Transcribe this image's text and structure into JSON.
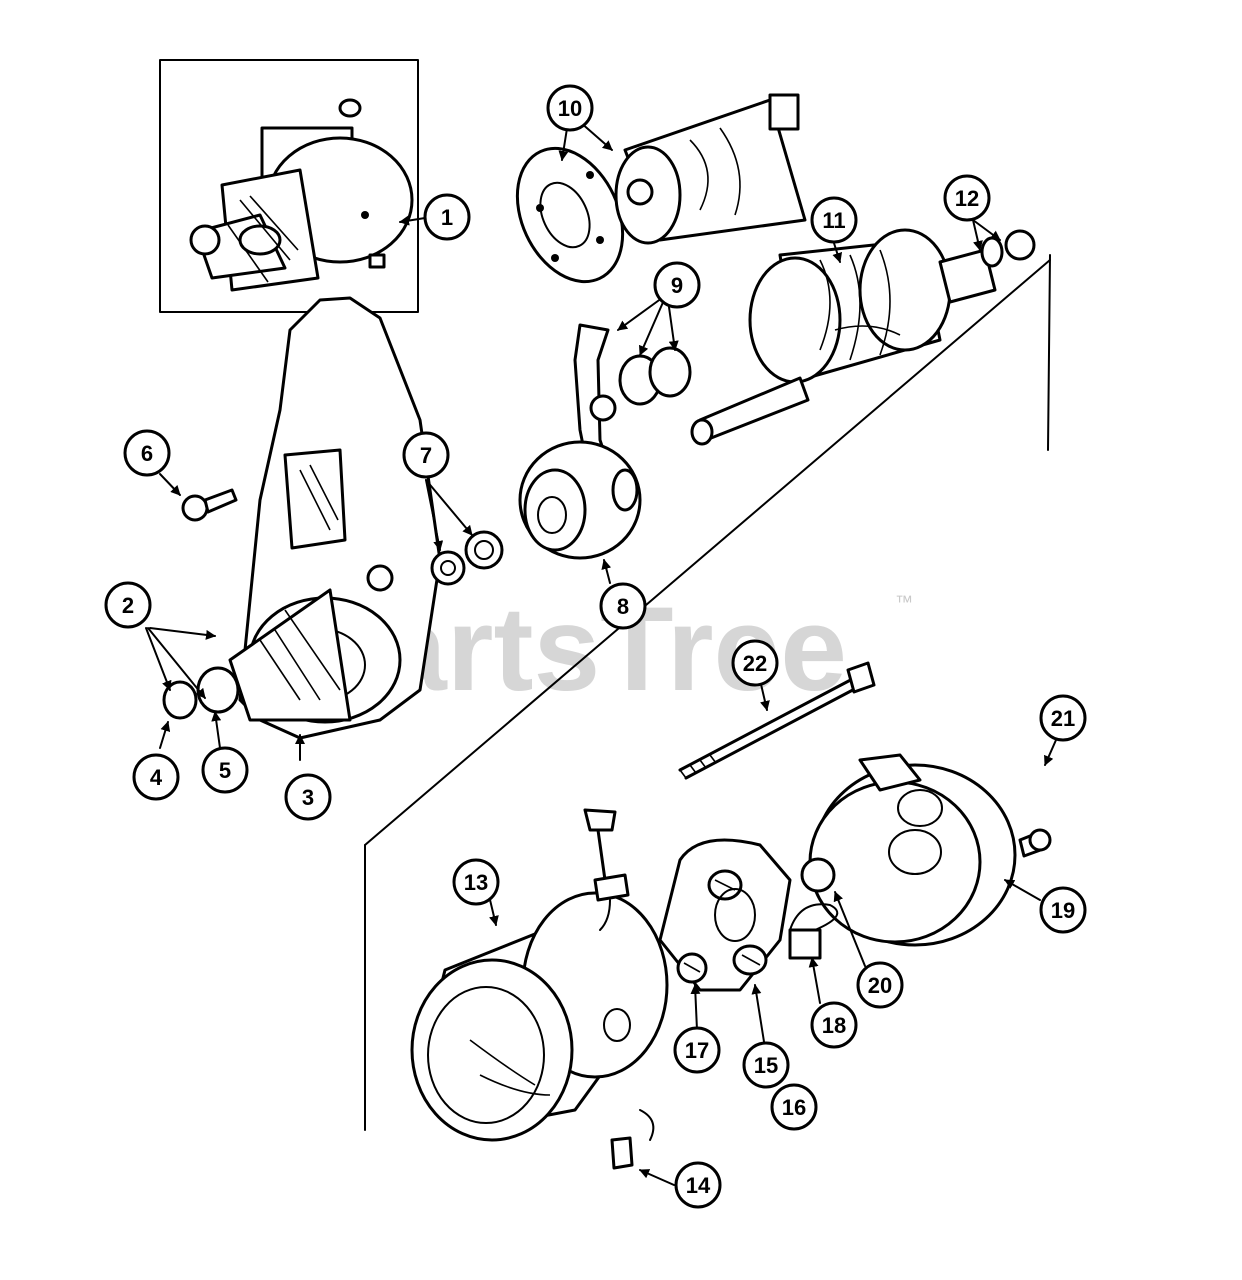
{
  "watermark": {
    "text": "PartsTree",
    "trademark": "™"
  },
  "callouts": [
    {
      "label": "1"
    },
    {
      "label": "2"
    },
    {
      "label": "3"
    },
    {
      "label": "4"
    },
    {
      "label": "5"
    },
    {
      "label": "6"
    },
    {
      "label": "7"
    },
    {
      "label": "8"
    },
    {
      "label": "9"
    },
    {
      "label": "10"
    },
    {
      "label": "11"
    },
    {
      "label": "12"
    },
    {
      "label": "13"
    },
    {
      "label": "14"
    },
    {
      "label": "15"
    },
    {
      "label": "16"
    },
    {
      "label": "17"
    },
    {
      "label": "18"
    },
    {
      "label": "19"
    },
    {
      "label": "20"
    },
    {
      "label": "21"
    },
    {
      "label": "22"
    }
  ]
}
